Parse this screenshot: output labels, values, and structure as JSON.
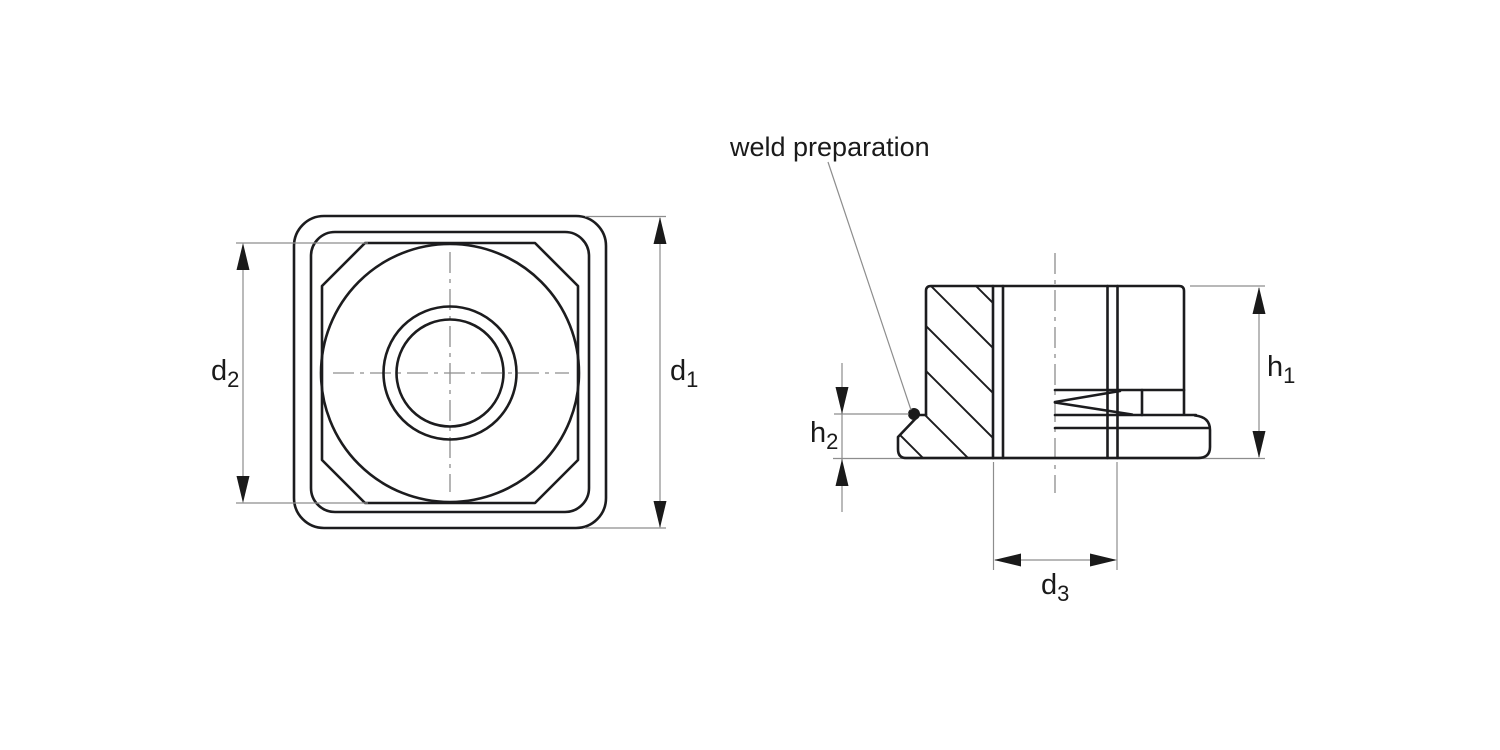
{
  "annotations": {
    "weld_preparation": "weld preparation"
  },
  "dimension_labels": {
    "d1": {
      "base": "d",
      "sub": "1"
    },
    "d2": {
      "base": "d",
      "sub": "2"
    },
    "d3": {
      "base": "d",
      "sub": "3"
    },
    "h1": {
      "base": "h",
      "sub": "1"
    },
    "h2": {
      "base": "h",
      "sub": "2"
    }
  },
  "colors": {
    "outline": "#1c1c1e",
    "thin_line": "#8d8d8d",
    "text": "#1a1a1a",
    "background": "#ffffff"
  }
}
